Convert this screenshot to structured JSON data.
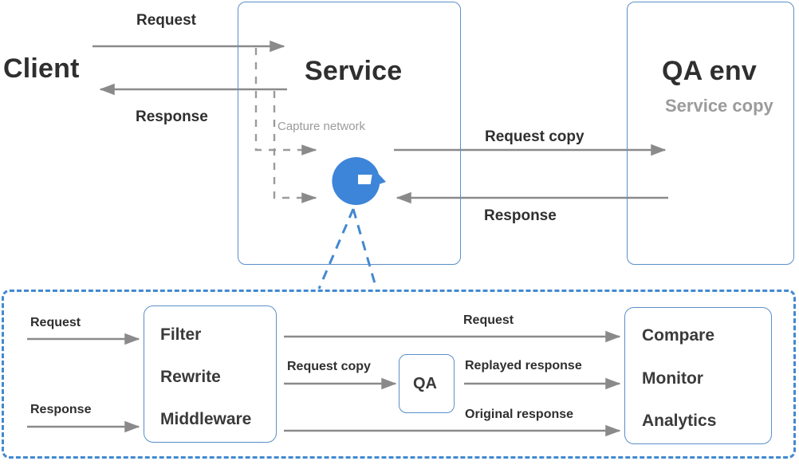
{
  "diagram": {
    "title_hidden": "GoReplay traffic capture and replay architecture",
    "accent_blue": "#4389d0",
    "box_border": "#5b8fc9",
    "arrow_gray": "#8a8a8a",
    "text_dark": "#2f2f2f",
    "text_muted": "#9b9b9b"
  },
  "nodes": {
    "client": {
      "title": "Client"
    },
    "service": {
      "title": "Service"
    },
    "qa_env": {
      "title": "QA env",
      "subtitle": "Service copy"
    },
    "capture": {
      "label": "Capture network",
      "logo_name": "goreplay-logo-icon"
    },
    "filter_box": {
      "items": [
        "Filter",
        "Rewrite",
        "Middleware"
      ]
    },
    "qa_box": {
      "label": "QA"
    },
    "compare_box": {
      "items": [
        "Compare",
        "Monitor",
        "Analytics"
      ]
    }
  },
  "edges": {
    "top": {
      "request": "Request",
      "response": "Response"
    },
    "right": {
      "request_copy": "Request copy",
      "response": "Response"
    },
    "bottom": {
      "request_in": "Request",
      "response_in": "Response",
      "request_out": "Request",
      "request_copy": "Request copy",
      "replayed_response": "Replayed response",
      "original_response": "Original response"
    }
  }
}
